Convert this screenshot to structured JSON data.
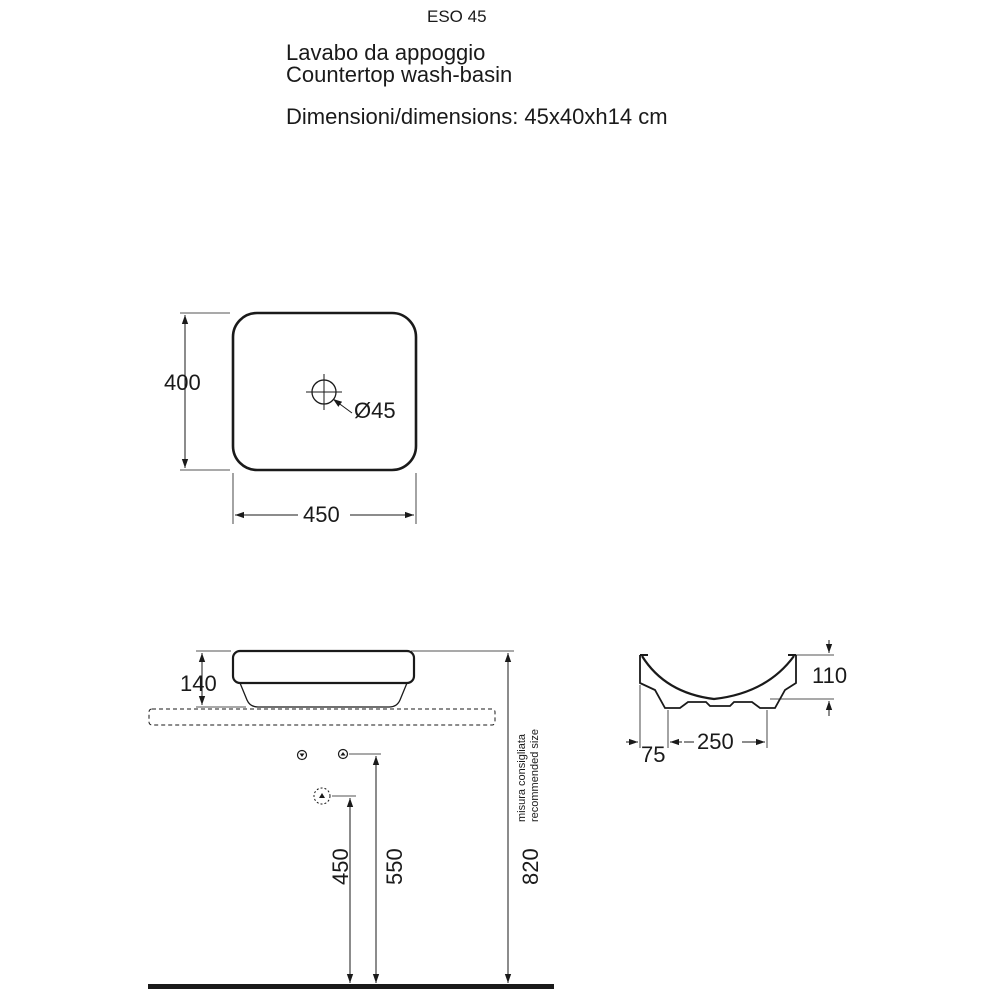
{
  "header": {
    "model": "ESO 45",
    "title_it": "Lavabo da appoggio",
    "title_en": "Countertop  wash-basin",
    "dimensions": "Dimensioni/dimensions: 45x40xh14 cm"
  },
  "top_view": {
    "depth": "400",
    "width": "450",
    "drain": "Ø45"
  },
  "front_view": {
    "height": "140",
    "waste_height": "450",
    "supply_height": "550",
    "counter_height": "820",
    "note_it": "misura consigliata",
    "note_en": "recommended size"
  },
  "section_view": {
    "depth": "110",
    "offset": "75",
    "base_width": "250"
  }
}
